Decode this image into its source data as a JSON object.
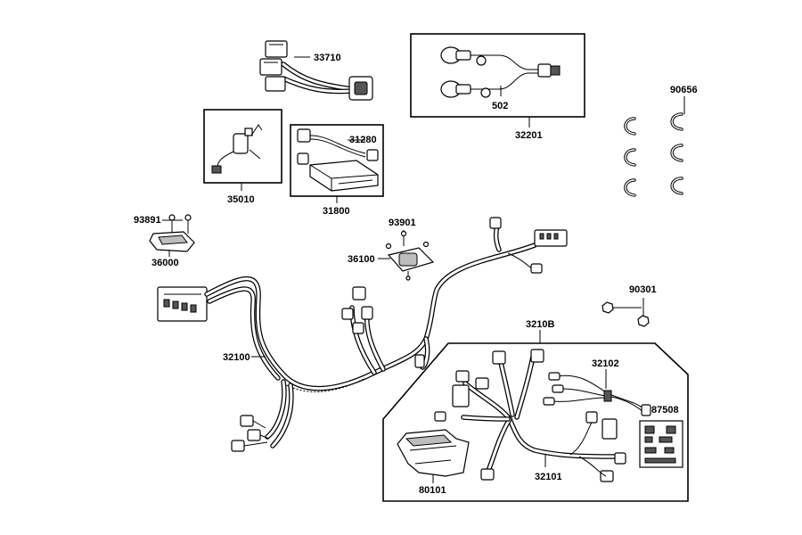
{
  "labels": {
    "p33710": "33710",
    "p502": "502",
    "p32201": "32201",
    "p90656": "90656",
    "p35010": "35010",
    "p31280": "31280",
    "p31800": "31800",
    "p93891": "93891",
    "p36000": "36000",
    "p93901": "93901",
    "p36100": "36100",
    "p90301": "90301",
    "p32100": "32100",
    "p3210B": "3210B",
    "p32102": "32102",
    "p87508": "87508",
    "p80101": "80101",
    "p32101": "32101"
  }
}
